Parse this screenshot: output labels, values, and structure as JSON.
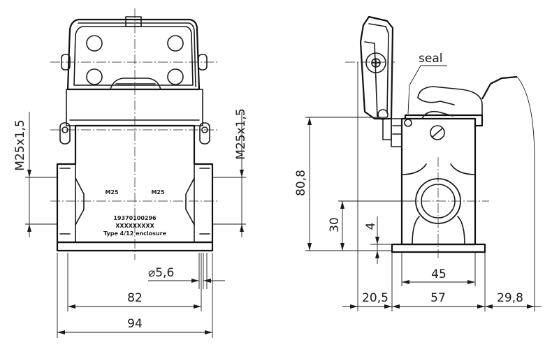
{
  "front_view": {
    "dim_left_thread": "M25x1,5",
    "dim_right_thread": "M25x1,5",
    "dim_hole": "⌀5,6",
    "dim_82": "82",
    "dim_94": "94",
    "marking_m25_left": "M25",
    "marking_m25_right": "M25",
    "marking_part_number": "19370100296",
    "marking_placeholder": "XXXXXXXXX",
    "marking_type": "Type 4/12 enclosure"
  },
  "side_view": {
    "label_seal": "seal",
    "dim_80_8": "80,8",
    "dim_30": "30",
    "dim_4": "4",
    "dim_45": "45",
    "dim_20_5": "20,5",
    "dim_57": "57",
    "dim_29_8": "29,8"
  }
}
